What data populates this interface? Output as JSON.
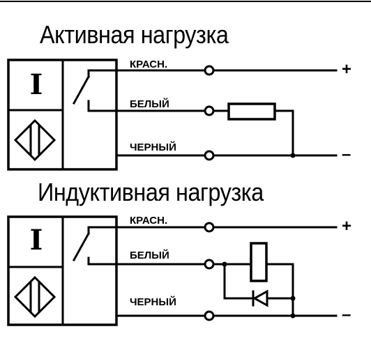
{
  "diagrams": [
    {
      "title": "Активная нагрузка",
      "sensor_symbol": "I",
      "wires": [
        {
          "label": "КРАСН.",
          "terminal": "+"
        },
        {
          "label": "БЕЛЫЙ",
          "terminal": ""
        },
        {
          "label": "ЧЕРНЫЙ",
          "terminal": "–"
        }
      ]
    },
    {
      "title": "Индуктивная нагрузка",
      "sensor_symbol": "I",
      "wires": [
        {
          "label": "КРАСН.",
          "terminal": "+"
        },
        {
          "label": "БЕЛЫЙ",
          "terminal": ""
        },
        {
          "label": "ЧЕРНЫЙ",
          "terminal": "–"
        }
      ]
    }
  ]
}
